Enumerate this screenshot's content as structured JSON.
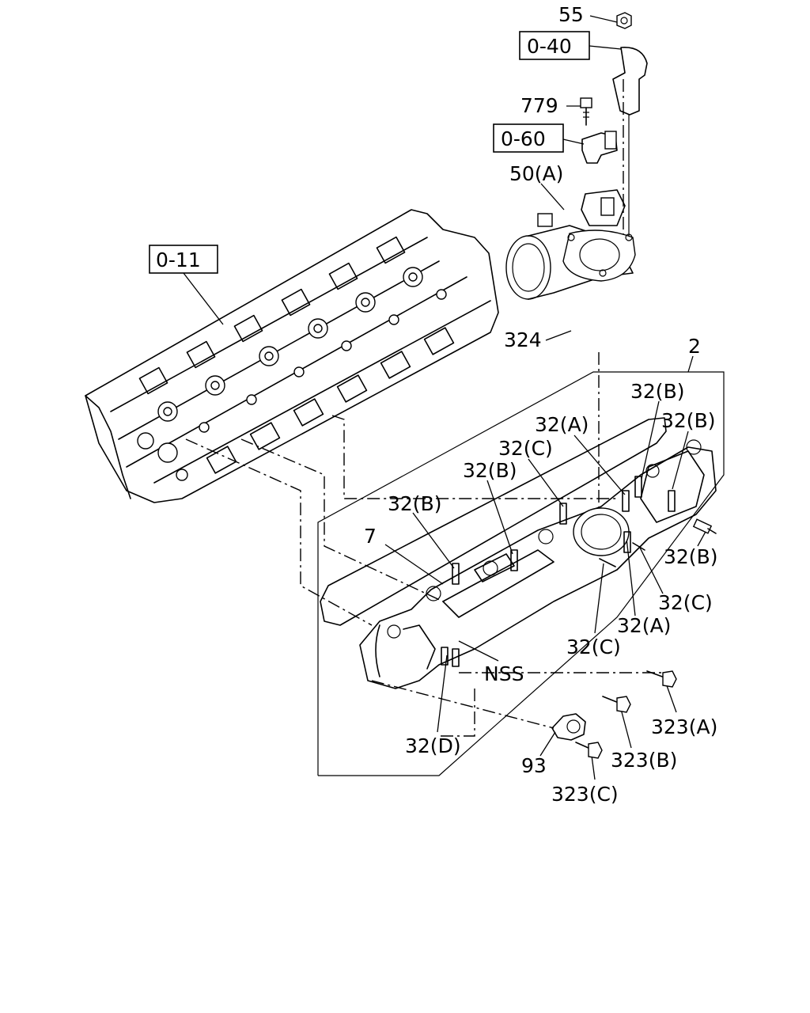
{
  "diagram": {
    "ref_boxes": [
      {
        "id": "ref-0-40",
        "text": "0-40"
      },
      {
        "id": "ref-0-60",
        "text": "0-60"
      },
      {
        "id": "ref-0-11",
        "text": "0-11"
      }
    ],
    "labels": [
      {
        "id": "n55",
        "text": "55"
      },
      {
        "id": "n779",
        "text": "779"
      },
      {
        "id": "n50a",
        "text": "50(A)"
      },
      {
        "id": "n324",
        "text": "324"
      },
      {
        "id": "n2",
        "text": "2"
      },
      {
        "id": "n32b-1",
        "text": "32(B)"
      },
      {
        "id": "n32a-1",
        "text": "32(A)"
      },
      {
        "id": "n32b-2",
        "text": "32(B)"
      },
      {
        "id": "n32c-1",
        "text": "32(C)"
      },
      {
        "id": "n32b-3",
        "text": "32(B)"
      },
      {
        "id": "n32b-4",
        "text": "32(B)"
      },
      {
        "id": "n7",
        "text": "7"
      },
      {
        "id": "n32b-5",
        "text": "32(B)"
      },
      {
        "id": "n32c-2",
        "text": "32(C)"
      },
      {
        "id": "n32a-2",
        "text": "32(A)"
      },
      {
        "id": "n32c-3",
        "text": "32(C)"
      },
      {
        "id": "nNSS",
        "text": "NSS"
      },
      {
        "id": "n323a",
        "text": "323(A)"
      },
      {
        "id": "n32d",
        "text": "32(D)"
      },
      {
        "id": "n93",
        "text": "93"
      },
      {
        "id": "n323b",
        "text": "323(B)"
      },
      {
        "id": "n323c",
        "text": "323(C)"
      }
    ]
  }
}
